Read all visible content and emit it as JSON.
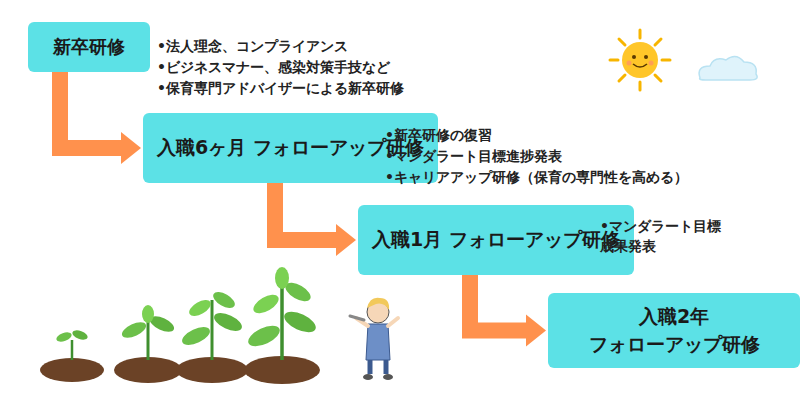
{
  "diagram": {
    "nodes": [
      {
        "text": [
          "新卒研修"
        ]
      },
      {
        "text": [
          "入職6ヶ月 フォローアップ研修"
        ]
      },
      {
        "text": [
          "入職1月 フォローアップ研修"
        ]
      },
      {
        "text": [
          "入職2年 フォローアップ研修"
        ]
      }
    ],
    "edges": [
      {
        "from": 0,
        "to": 1,
        "arrow": "to"
      },
      {
        "from": 1,
        "to": 2,
        "arrow": "to"
      },
      {
        "from": 2,
        "to": 3,
        "arrow": "to"
      }
    ],
    "labels": [
      "•法人理念、コンプライアンス",
      "•ビジネスマナー、感染対策手技など",
      "•保育専門アドバイザーによる新卒研修",
      "•新卒研修の復習",
      "•マンダラート目標進捗発表",
      "•キャリアアップ研修（保育の専門性を高める）",
      "•マンダラート目標 成果発表"
    ]
  }
}
